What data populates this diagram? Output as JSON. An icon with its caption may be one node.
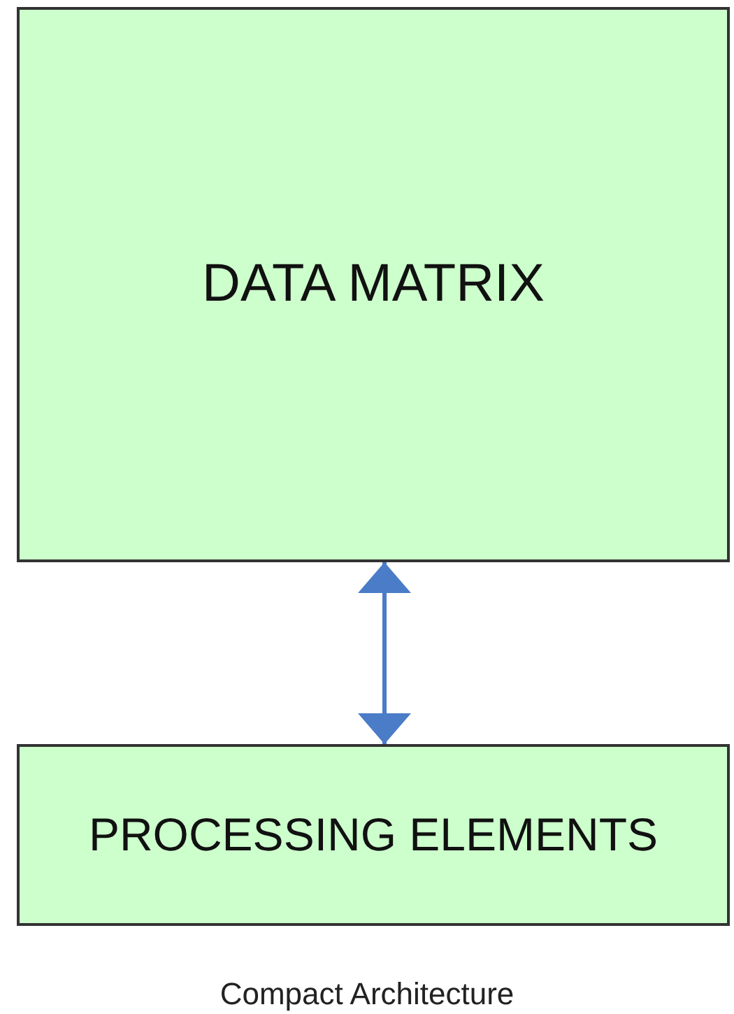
{
  "diagram": {
    "nodes": [
      {
        "text": [
          "DATA MATRIX"
        ]
      },
      {
        "text": [
          "PROCESSING ELEMENTS"
        ]
      }
    ],
    "edges": [
      {
        "from": 0,
        "to": 1,
        "arrow": "both",
        "color": "#4a7cc7"
      }
    ],
    "caption": "Compact Architecture"
  }
}
